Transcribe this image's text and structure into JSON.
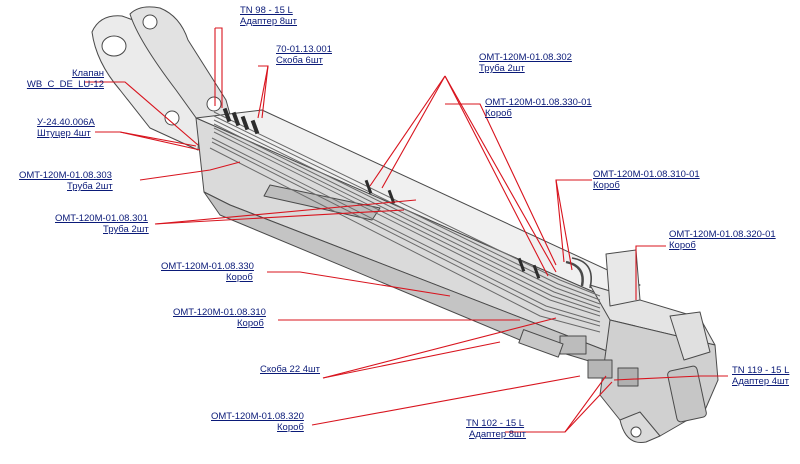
{
  "colors": {
    "label_text": "#0a1a78",
    "leader_line": "#d8141e",
    "part_outline": "#4a4a4a",
    "part_fill_light": "#ececec",
    "part_fill_mid": "#d4d4d4",
    "part_fill_dark": "#b0b0b0"
  },
  "callouts": [
    {
      "id": "tn98",
      "line1": "TN 98 - 15 L",
      "line2": "Адаптер 8шт"
    },
    {
      "id": "skoba-70",
      "line1": "70-01.13.001",
      "line2": "Скоба 6шт"
    },
    {
      "id": "klapan",
      "line1": "Клапан",
      "line2": "WB_C_DE_LU-12"
    },
    {
      "id": "truba-302",
      "line1": "OMT-120M-01.08.302",
      "line2": "Труба 2шт"
    },
    {
      "id": "korob-330-01",
      "line1": "OMT-120M-01.08.330-01",
      "line2": "Короб"
    },
    {
      "id": "shtucer",
      "line1": "У-24.40.006А",
      "line2": "Штуцер 4шт"
    },
    {
      "id": "truba-303",
      "line1": "OMT-120M-01.08.303",
      "line2": "Труба 2шт"
    },
    {
      "id": "korob-310-01",
      "line1": "OMT-120M-01.08.310-01",
      "line2": "Короб"
    },
    {
      "id": "truba-301",
      "line1": "OMT-120M-01.08.301",
      "line2": "Труба 2шт"
    },
    {
      "id": "korob-320-01",
      "line1": "OMT-120M-01.08.320-01",
      "line2": "Короб"
    },
    {
      "id": "korob-330",
      "line1": "OMT-120M-01.08.330",
      "line2": "Короб"
    },
    {
      "id": "korob-310",
      "line1": "OMT-120M-01.08.310",
      "line2": "Короб"
    },
    {
      "id": "skoba-22",
      "line1": "Скоба 22 4шт",
      "line2": ""
    },
    {
      "id": "tn119",
      "line1": "TN 119 - 15 L",
      "line2": "Адаптер 4шт"
    },
    {
      "id": "korob-320",
      "line1": "OMT-120M-01.08.320",
      "line2": "Короб"
    },
    {
      "id": "tn102",
      "line1": "TN 102 - 15 L",
      "line2": "Адаптер 8шт"
    }
  ]
}
